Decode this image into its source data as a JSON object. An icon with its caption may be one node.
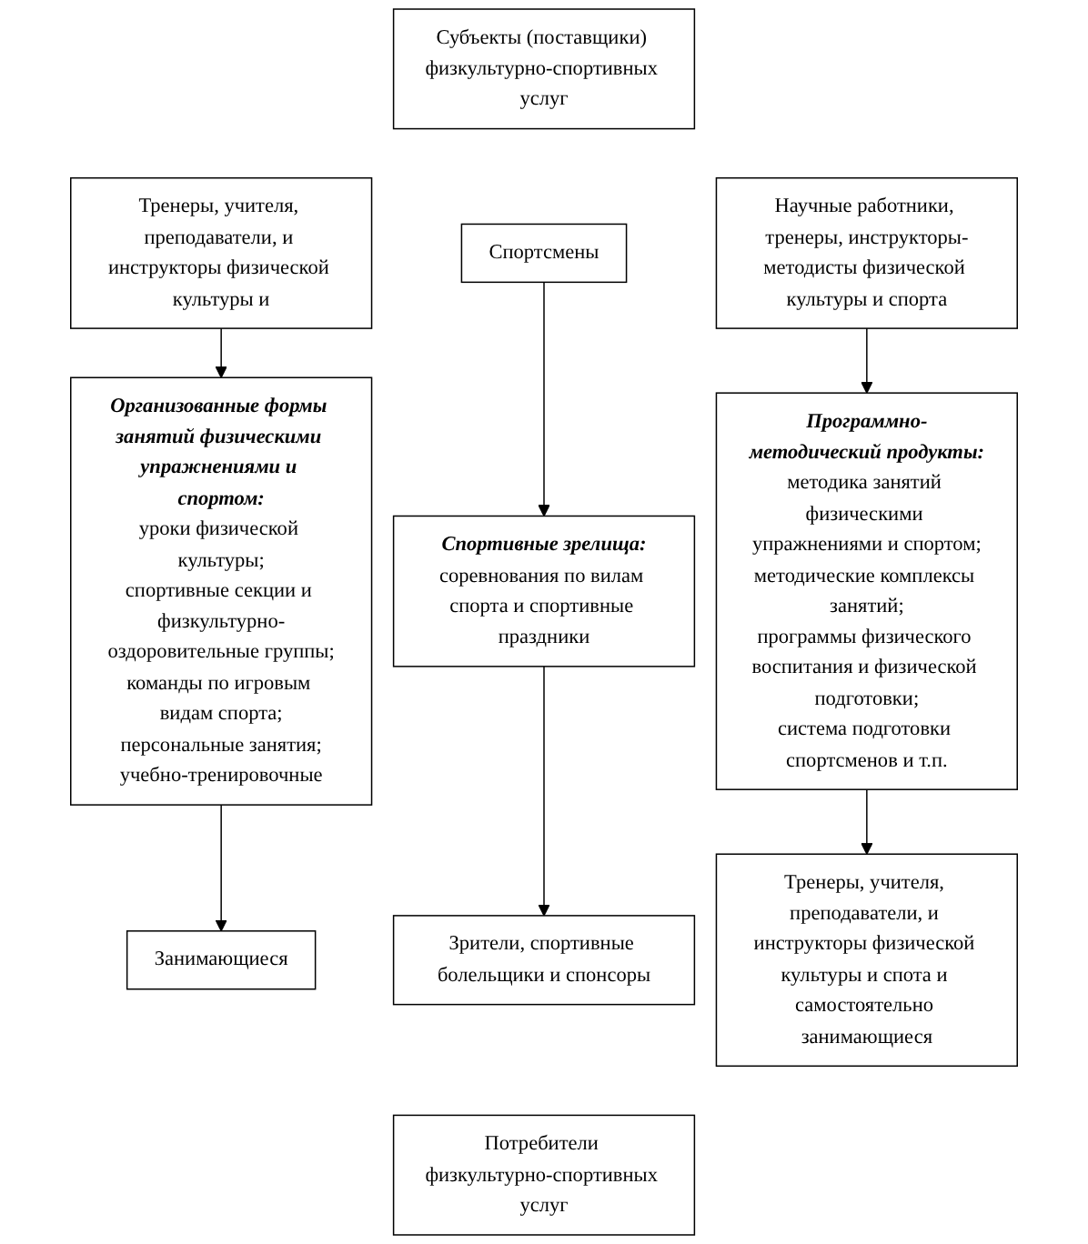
{
  "diagram": {
    "nodes": [
      {
        "text": [
          "Субъекты (поставщики) физкультурно-спортивных услуг"
        ]
      },
      {
        "text": [
          "Тренеры, учителя, преподаватели, и инструкторы физической культуры и"
        ]
      },
      {
        "text": [
          "Спортсмены"
        ]
      },
      {
        "text": [
          "Научные работники, тренеры, инструкторы-методисты физической культуры и спорта"
        ]
      },
      {
        "text": [
          "Организованные формы занятий физическими упражнениями и спортом:",
          "уроки физической культуры;",
          "спортивные секции и физкультурно-оздоровительные группы;",
          "команды по игровым видам спорта;",
          "персональные занятия;",
          "учебно-тренировочные"
        ]
      },
      {
        "text": [
          "Спортивные зрелища:",
          "соревнования по вилам спорта и спортивные праздники"
        ]
      },
      {
        "text": [
          "Программно-методический продукты:",
          "методика занятий физическими упражнениями и спортом;",
          "методические комплексы занятий;",
          "программы физического воспитания и физической подготовки;",
          "система подготовки спортсменов и т.п."
        ]
      },
      {
        "text": [
          "Занимающиеся"
        ]
      },
      {
        "text": [
          "Зрители, спортивные болельщики и спонсоры"
        ]
      },
      {
        "text": [
          "Тренеры, учителя, преподаватели, и инструкторы физической культуры и спота и самостоятельно занимающиеся"
        ]
      },
      {
        "text": [
          "Потребители физкультурно-спортивных услуг"
        ]
      }
    ],
    "edges": [
      {
        "from": 1,
        "to": 4,
        "arrow": "to"
      },
      {
        "from": 2,
        "to": 5,
        "arrow": "to"
      },
      {
        "from": 3,
        "to": 6,
        "arrow": "to"
      },
      {
        "from": 4,
        "to": 7,
        "arrow": "to"
      },
      {
        "from": 5,
        "to": 8,
        "arrow": "to"
      },
      {
        "from": 6,
        "to": 9,
        "arrow": "to"
      }
    ]
  }
}
